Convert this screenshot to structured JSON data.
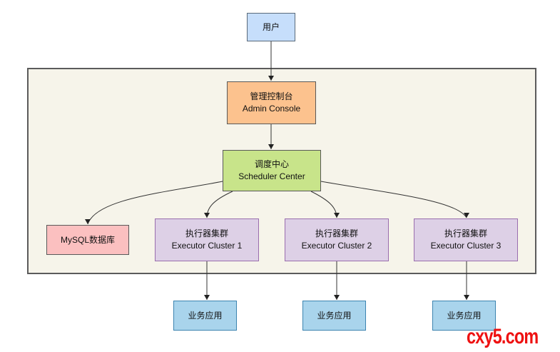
{
  "diagram": {
    "type": "architecture",
    "nodes": {
      "user": {
        "label": "用户"
      },
      "admin_console": {
        "label_cn": "管理控制台",
        "label_en": "Admin Console"
      },
      "scheduler_center": {
        "label_cn": "调度中心",
        "label_en": "Scheduler Center"
      },
      "mysql": {
        "label": "MySQL数据库"
      },
      "executors": [
        {
          "label_cn": "执行器集群",
          "label_en": "Executor Cluster 1"
        },
        {
          "label_cn": "执行器集群",
          "label_en": "Executor Cluster 2"
        },
        {
          "label_cn": "执行器集群",
          "label_en": "Executor Cluster 3"
        }
      ],
      "business_apps": [
        {
          "label": "业务应用"
        },
        {
          "label": "业务应用"
        },
        {
          "label": "业务应用"
        }
      ]
    },
    "edges": [
      {
        "from": "user",
        "to": "admin_console"
      },
      {
        "from": "admin_console",
        "to": "scheduler_center"
      },
      {
        "from": "scheduler_center",
        "to": "mysql"
      },
      {
        "from": "scheduler_center",
        "to": "executor_1"
      },
      {
        "from": "scheduler_center",
        "to": "executor_2"
      },
      {
        "from": "scheduler_center",
        "to": "executor_3"
      },
      {
        "from": "executor_1",
        "to": "business_app_1"
      },
      {
        "from": "executor_2",
        "to": "business_app_2"
      },
      {
        "from": "executor_3",
        "to": "business_app_3"
      }
    ],
    "colors": {
      "container_bg": "#f6f4ea",
      "user": "#c6defb",
      "admin": "#fcc28e",
      "scheduler": "#c8e48a",
      "mysql": "#fbc0c0",
      "executor": "#ddd0e6",
      "business": "#a9d4ec"
    }
  },
  "watermark": "cxy5.com"
}
